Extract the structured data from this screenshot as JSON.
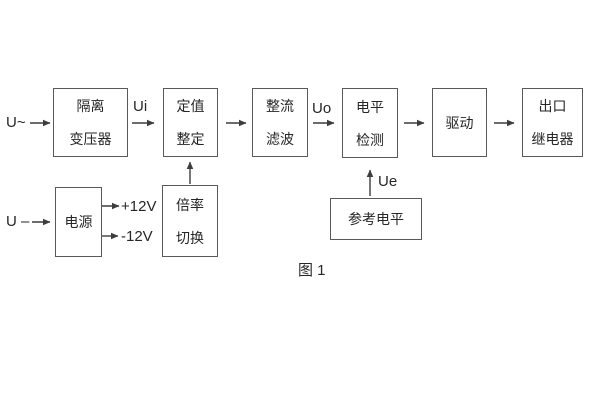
{
  "figure": {
    "caption": "图 1"
  },
  "labels": {
    "ac_input": "U~",
    "dc_input": "U –",
    "ui": "Ui",
    "uo": "Uo",
    "ue": "Ue",
    "rail_pos": "+12V",
    "rail_neg": "-12V"
  },
  "blocks": {
    "isolation_transformer": {
      "line1": "隔离",
      "line2": "变压器"
    },
    "setting_adjust": {
      "line1": "定值",
      "line2": "整定"
    },
    "rectifier_filter": {
      "line1": "整流",
      "line2": "滤波"
    },
    "level_detect": {
      "line1": "电平",
      "line2": "检测"
    },
    "drive": {
      "line1": "驱动"
    },
    "output_relay": {
      "line1": "出口",
      "line2": "继电器"
    },
    "power_supply": {
      "line1": "电源"
    },
    "ratio_switch": {
      "line1": "倍率",
      "line2": "切换"
    },
    "reference_level": {
      "line1": "参考电平"
    }
  },
  "colors": {
    "background": "#ffffff",
    "box_border": "#595959",
    "text": "#262626",
    "arrow": "#3d3d3d"
  }
}
